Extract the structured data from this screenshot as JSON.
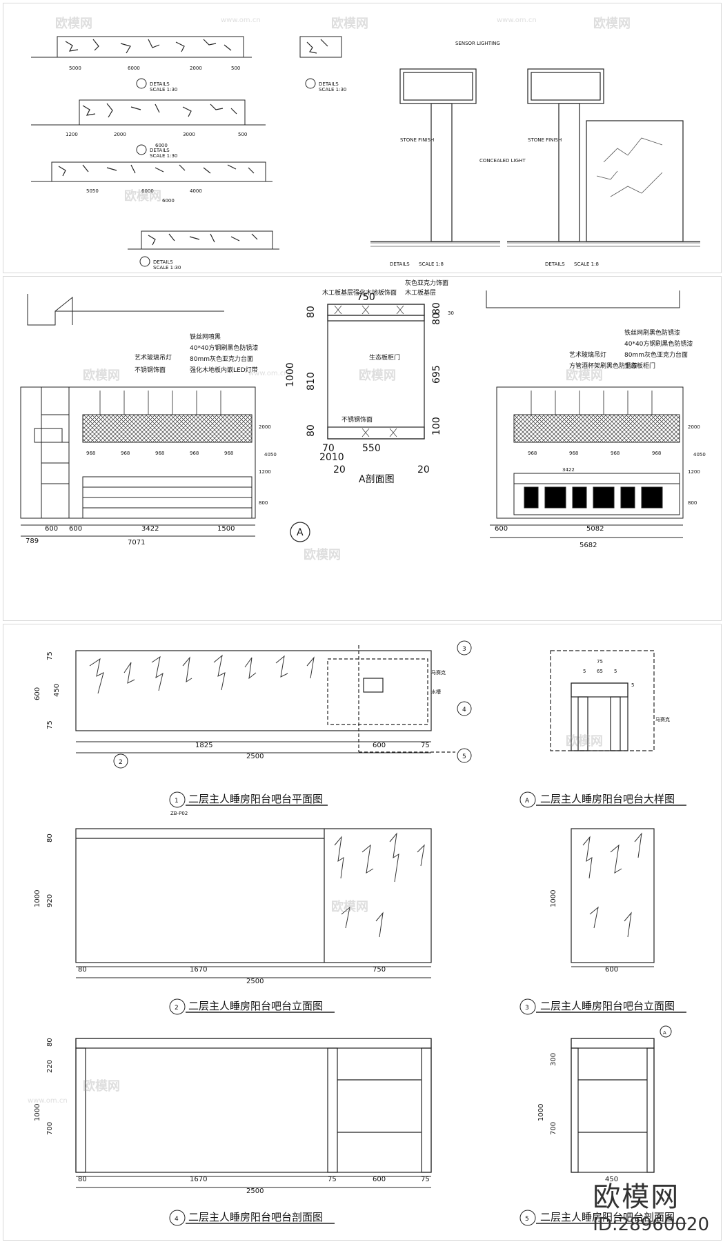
{
  "watermark": {
    "text": "欧模网",
    "url": "www.om.cn"
  },
  "brand": {
    "name": "欧模网",
    "id": "ID:28960020"
  },
  "panel1": {
    "details_label": "DETAILS",
    "scale_a": "SCALE 1:30",
    "scale_b": "SCALE 1:8",
    "dims_top": [
      "5000",
      "6000",
      "2000",
      "500"
    ],
    "dims_mid": [
      "1200",
      "2000",
      "3000",
      "500"
    ],
    "total": "6000",
    "dims_low": [
      "5050",
      "6000",
      "4000",
      "6000"
    ],
    "tag_labels": [
      "STONE FINISH",
      "SENSOR LIGHTING",
      "CONCEALED LIGHT",
      "STONE FINISH"
    ]
  },
  "panel2": {
    "section_title": "A剖面图",
    "section_dims": {
      "top": "750",
      "h_total": "1000",
      "h_mid": "810",
      "h_right": "695",
      "r80a": "80",
      "r80b": "80",
      "r30": "30",
      "r100": "100",
      "l80": "80",
      "l80b": "80",
      "bot70": "70",
      "bot2010": "2010",
      "bot550": "550",
      "bot20a": "20",
      "bot20b": "20"
    },
    "section_labels": [
      "灰色亚克力饰面",
      "木工板基层强化木地板饰面",
      "木工板基层",
      "生态板柜门",
      "不锈钢饰面"
    ],
    "left_labels": [
      "铁丝网喷黑",
      "40*40方钢刷黑色防锈漆",
      "艺术玻璃吊灯",
      "80mm灰色亚克力台面",
      "不锈钢饰面",
      "强化木地板内嵌LED灯带"
    ],
    "right_labels": [
      "铁丝网刷黑色防锈漆",
      "40*40方钢刷黑色防锈漆",
      "艺术玻璃吊灯",
      "80mm灰色亚克力台面",
      "方管酒杯架刷黑色防锈漆",
      "生态板柜门"
    ],
    "left_dims": [
      "600",
      "600",
      "3422",
      "1500",
      "7071",
      "789",
      "968",
      "968",
      "968",
      "968",
      "968",
      "2000",
      "4050",
      "1200",
      "800"
    ],
    "right_dims": [
      "600",
      "5082",
      "5682",
      "3422",
      "968",
      "968",
      "968",
      "968",
      "2000",
      "4050",
      "1200",
      "800"
    ],
    "marker": "A"
  },
  "panel3": {
    "titles": [
      {
        "num": "1",
        "text": "二层主人睡房阳台吧台平面图",
        "sub": "ZB-P02"
      },
      {
        "num": "A",
        "text": "二层主人睡房阳台吧台大样图"
      },
      {
        "num": "2",
        "text": "二层主人睡房阳台吧台立面图"
      },
      {
        "num": "3",
        "text": "二层主人睡房阳台吧台立面图"
      },
      {
        "num": "4",
        "text": "二层主人睡房阳台吧台剖面图"
      },
      {
        "num": "5",
        "text": "二层主人睡房阳台吧台剖面图"
      }
    ],
    "plan_dims": {
      "d75a": "75",
      "d450": "450",
      "d75b": "75",
      "d600": "600",
      "d1825": "1825",
      "d600b": "600",
      "d75c": "75",
      "d2500": "2500"
    },
    "detail_dims": {
      "d75": "75",
      "d5a": "5",
      "d65": "65",
      "d5b": "5",
      "d5c": "5"
    },
    "elev2_dims": {
      "d80": "80",
      "d920": "920",
      "d1000": "1000",
      "d80b": "80",
      "d1670": "1670",
      "d750": "750",
      "d2500": "2500"
    },
    "elev3_dims": {
      "d1000": "1000",
      "d600": "600"
    },
    "sec4_dims": {
      "d80": "80",
      "d220": "220",
      "d1000": "1000",
      "d700": "700",
      "d80b": "80",
      "d1670": "1670",
      "d75a": "75",
      "d600": "600",
      "d75b": "75",
      "d2500": "2500"
    },
    "sec5_dims": {
      "d300": "300",
      "d1000": "1000",
      "d700": "700",
      "d450": "450"
    },
    "markers": [
      "3",
      "4",
      "5",
      "2",
      "A"
    ],
    "callouts": [
      "马赛克",
      "水槽",
      "马赛克"
    ]
  }
}
